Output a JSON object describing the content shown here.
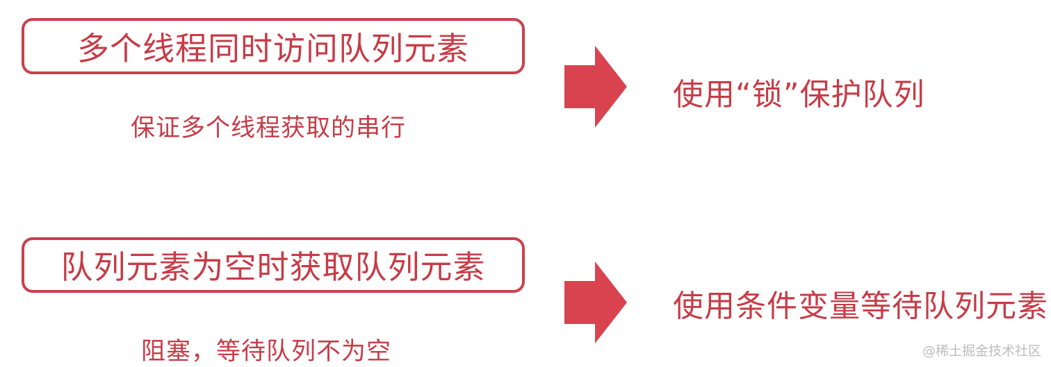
{
  "colors": {
    "accent": "#c9414c",
    "text": "#c63c47",
    "arrow": "#d9434f",
    "watermark": "#bdbdbd"
  },
  "rows": [
    {
      "problem": "多个线程同时访问队列元素",
      "detail": "保证多个线程获取的串行",
      "solution": "使用“锁”保护队列"
    },
    {
      "problem": "队列元素为空时获取队列元素",
      "detail": "阻塞，等待队列不为空",
      "solution": "使用条件变量等待队列元素"
    }
  ],
  "watermark": "@稀土掘金技术社区",
  "icons": {
    "arrow": "right-arrow-icon"
  }
}
